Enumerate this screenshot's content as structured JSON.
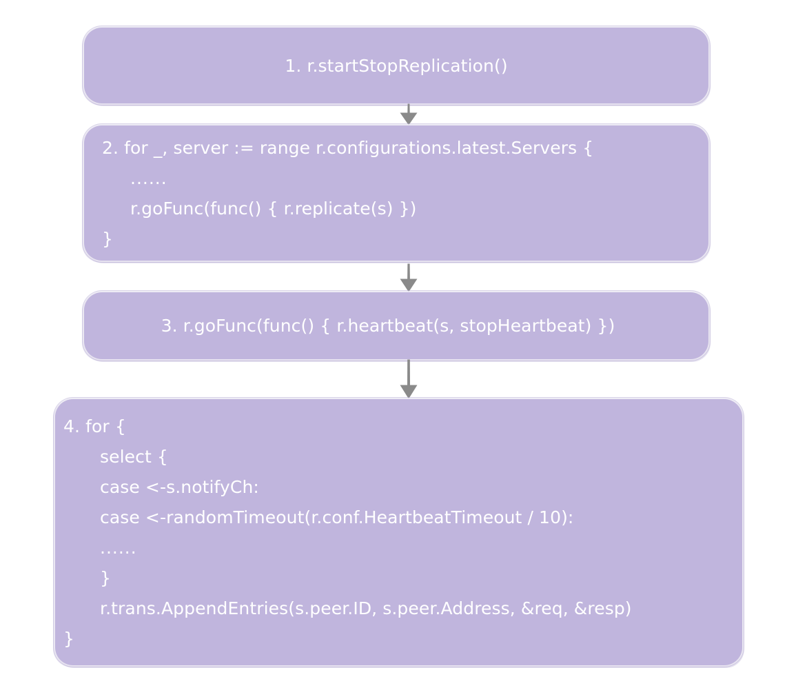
{
  "diagram": {
    "title": "Raft startStopReplication call flow",
    "background_color": "#ffffff",
    "box_fill_color": "#c0b5dd",
    "text_color": "#ffffff",
    "arrow_color": "#8a8a8a",
    "steps": [
      {
        "id": "step-1",
        "align": "center",
        "lines": [
          {
            "text": "1. r.startStopReplication()",
            "indent": 0
          }
        ]
      },
      {
        "id": "step-2",
        "align": "left",
        "lines": [
          {
            "text": "2. for _, server := range r.configurations.latest.Servers {",
            "indent": 0
          },
          {
            "text": "......",
            "indent": 1
          },
          {
            "text": "r.goFunc(func() { r.replicate(s) })",
            "indent": 1
          },
          {
            "text": "}",
            "indent": 0
          }
        ]
      },
      {
        "id": "step-3",
        "align": "center",
        "lines": [
          {
            "text": "3. r.goFunc(func() { r.heartbeat(s, stopHeartbeat) })",
            "indent": 0
          }
        ]
      },
      {
        "id": "step-4",
        "align": "left",
        "lines": [
          {
            "text": "4. for {",
            "indent": 0
          },
          {
            "text": "select {",
            "indent": 1
          },
          {
            "text": "case <-s.notifyCh:",
            "indent": 1
          },
          {
            "text": "case <-randomTimeout(r.conf.HeartbeatTimeout / 10):",
            "indent": 1
          },
          {
            "text": "......",
            "indent": 1
          },
          {
            "text": "}",
            "indent": 1
          },
          {
            "text": "r.trans.AppendEntries(s.peer.ID, s.peer.Address, &req, &resp)",
            "indent": 1
          },
          {
            "text": "}",
            "indent": 0
          }
        ]
      }
    ],
    "connectors": [
      {
        "id": "arrow-1-to-2",
        "from": "step-1",
        "to": "step-2"
      },
      {
        "id": "arrow-2-to-3",
        "from": "step-2",
        "to": "step-3"
      },
      {
        "id": "arrow-3-to-4",
        "from": "step-3",
        "to": "step-4"
      }
    ]
  }
}
